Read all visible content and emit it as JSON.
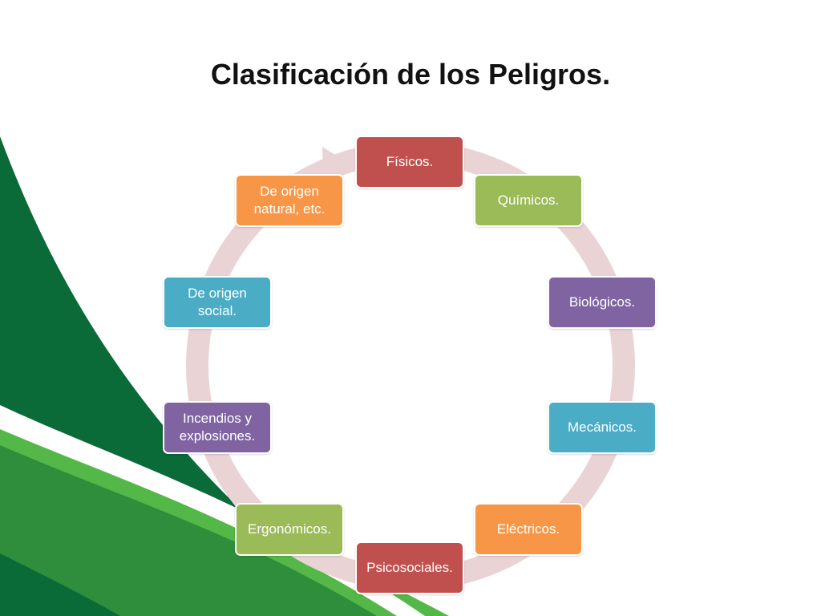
{
  "title": "Clasificación de los Peligros.",
  "colors": {
    "dark_green": "#0a6a38",
    "mid_green": "#2e8e3c",
    "light_green": "#54b848",
    "cycle_arrow": "#e9d3d5",
    "red": "#c0504d",
    "olive": "#9bbb59",
    "purple": "#8064a2",
    "teal": "#4bacc6",
    "orange": "#f79646"
  },
  "cycle": {
    "items": [
      {
        "label": "Físicos.",
        "color": "#c0504d"
      },
      {
        "label": "Químicos.",
        "color": "#9bbb59"
      },
      {
        "label": "Biológicos.",
        "color": "#8064a2"
      },
      {
        "label": "Mecánicos.",
        "color": "#4bacc6"
      },
      {
        "label": "Eléctricos.",
        "color": "#f79646"
      },
      {
        "label": "Psicosociales.",
        "color": "#c0504d"
      },
      {
        "label": "Ergonómicos.",
        "color": "#9bbb59"
      },
      {
        "label": "Incendios y explosiones.",
        "color": "#8064a2"
      },
      {
        "label": "De origen social.",
        "color": "#4bacc6"
      },
      {
        "label": "De origen natural, etc.",
        "color": "#f79646"
      }
    ]
  }
}
